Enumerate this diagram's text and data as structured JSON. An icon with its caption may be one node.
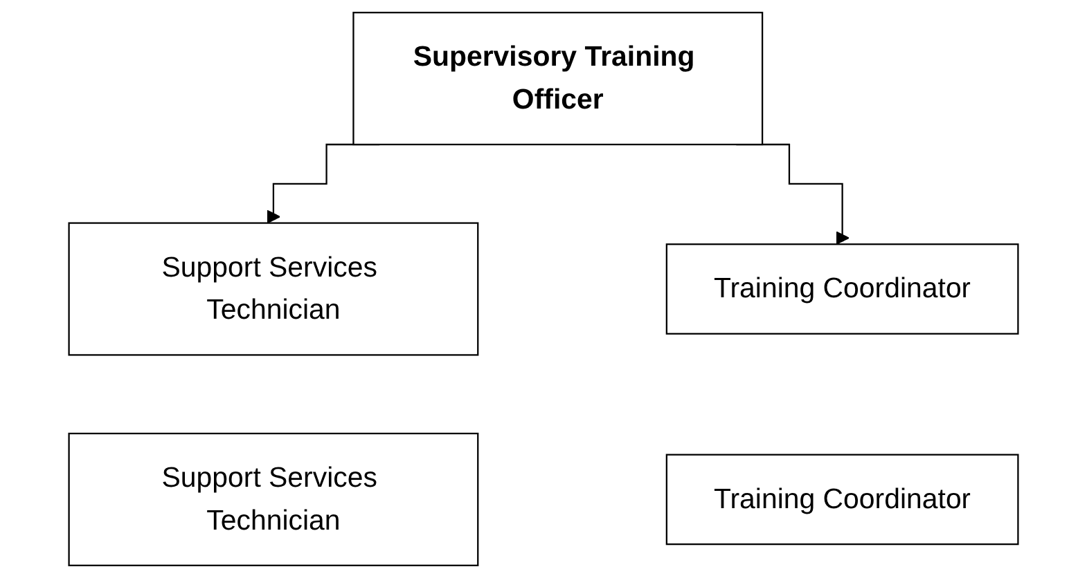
{
  "diagram": {
    "nodes": [
      {
        "text": [
          "Supervisory Training Officer"
        ]
      },
      {
        "text": [
          "Support Services Technician"
        ]
      },
      {
        "text": [
          "Support Services Technician"
        ]
      },
      {
        "text": [
          "Training Coordinator"
        ]
      },
      {
        "text": [
          "Training Coordinator"
        ]
      }
    ],
    "edges": [
      {
        "from": 0,
        "to": 1,
        "arrow": "to"
      },
      {
        "from": 0,
        "to": 3,
        "arrow": "to"
      }
    ]
  }
}
